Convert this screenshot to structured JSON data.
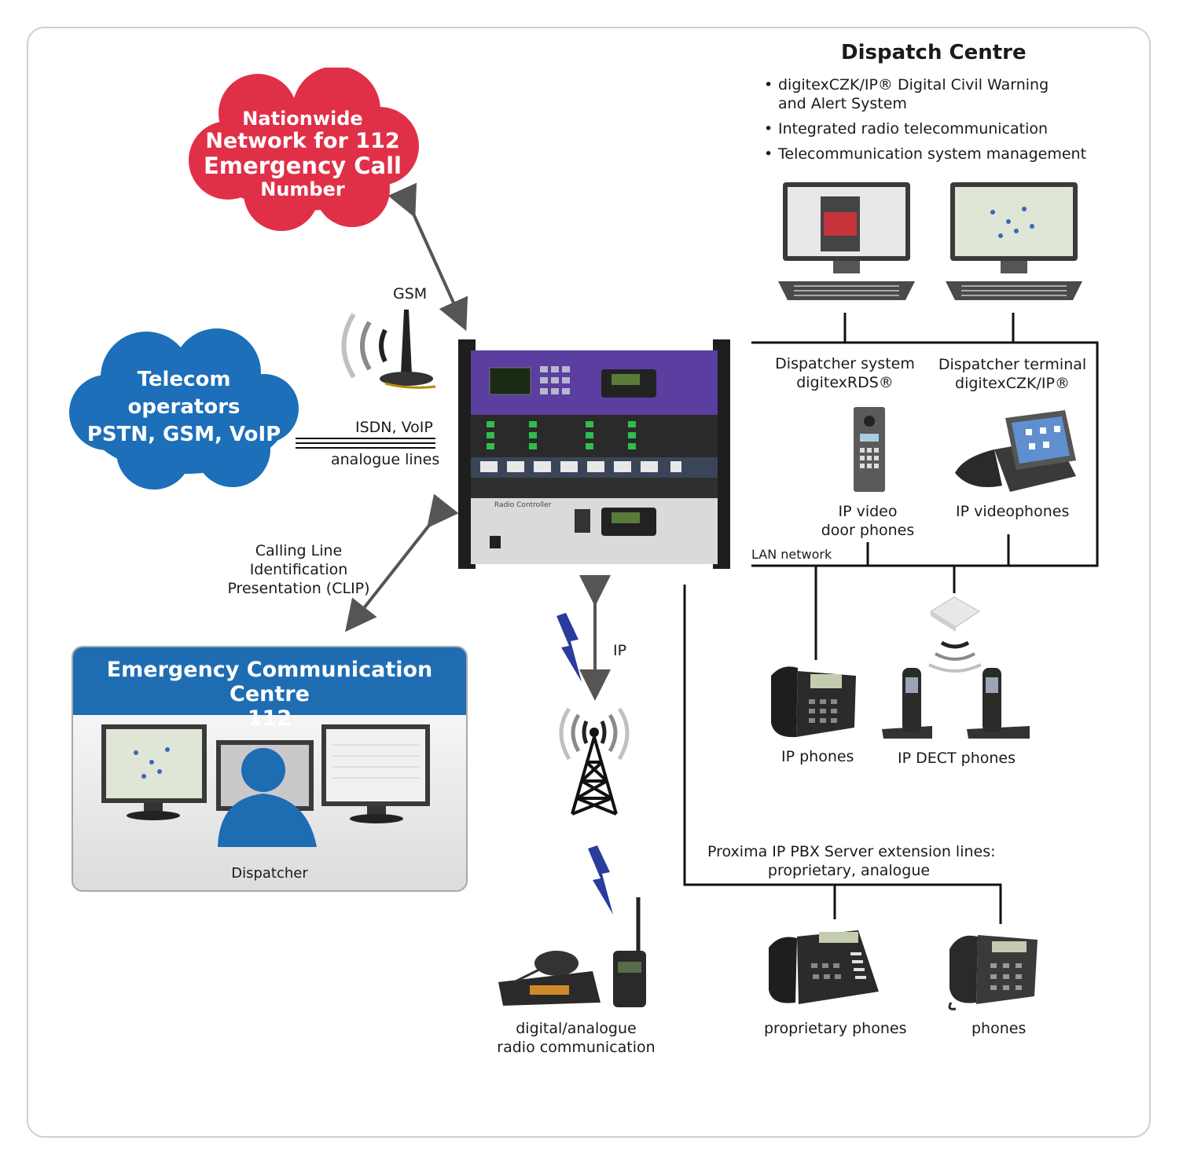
{
  "clouds": {
    "nationwide": {
      "line1": "Nationwide",
      "line2": "Network for 112",
      "line3": "Emergency Call",
      "line4": "Number",
      "color": "#e03048"
    },
    "telecom": {
      "line1": "Telecom",
      "line2": "operators",
      "line3": "PSTN, GSM, VoIP",
      "color": "#1c6fb8"
    }
  },
  "links": {
    "gsm": "GSM",
    "isdn": "ISDN, VoIP",
    "analogue": "analogue lines",
    "clip1": "Calling Line",
    "clip2": "Identification",
    "clip3": "Presentation (CLIP)",
    "ip": "IP",
    "lan": "LAN network"
  },
  "dispatch": {
    "title": "Dispatch Centre",
    "bullets": [
      "digitexCZK/IP® Digital Civil Warning\nand Alert System",
      "Integrated radio telecommunication",
      "Telecommunication system management"
    ],
    "system1": "Dispatcher system",
    "system2": "digitexRDS®",
    "terminal1": "Dispatcher terminal",
    "terminal2": "digitexCZK/IP®"
  },
  "devices": {
    "door1": "IP video",
    "door2": "door phones",
    "videophones": "IP videophones",
    "ipphones": "IP phones",
    "dect": "IP DECT phones",
    "pbx1": "Proxima IP PBX Server extension lines:",
    "pbx2": "proprietary, analogue",
    "proprietary": "proprietary phones",
    "phones": "phones",
    "radio1": "digital/analogue",
    "radio2": "radio communication"
  },
  "ecc": {
    "title1": "Emergency Communication Centre",
    "title2": "112",
    "dispatcher": "Dispatcher"
  },
  "rack": {
    "badge": "Radio Controller"
  },
  "colors": {
    "accent_blue": "#1e6db3",
    "red": "#e03048",
    "rack_purple": "#5a3ea0",
    "bolt": "#2a3c9c"
  }
}
